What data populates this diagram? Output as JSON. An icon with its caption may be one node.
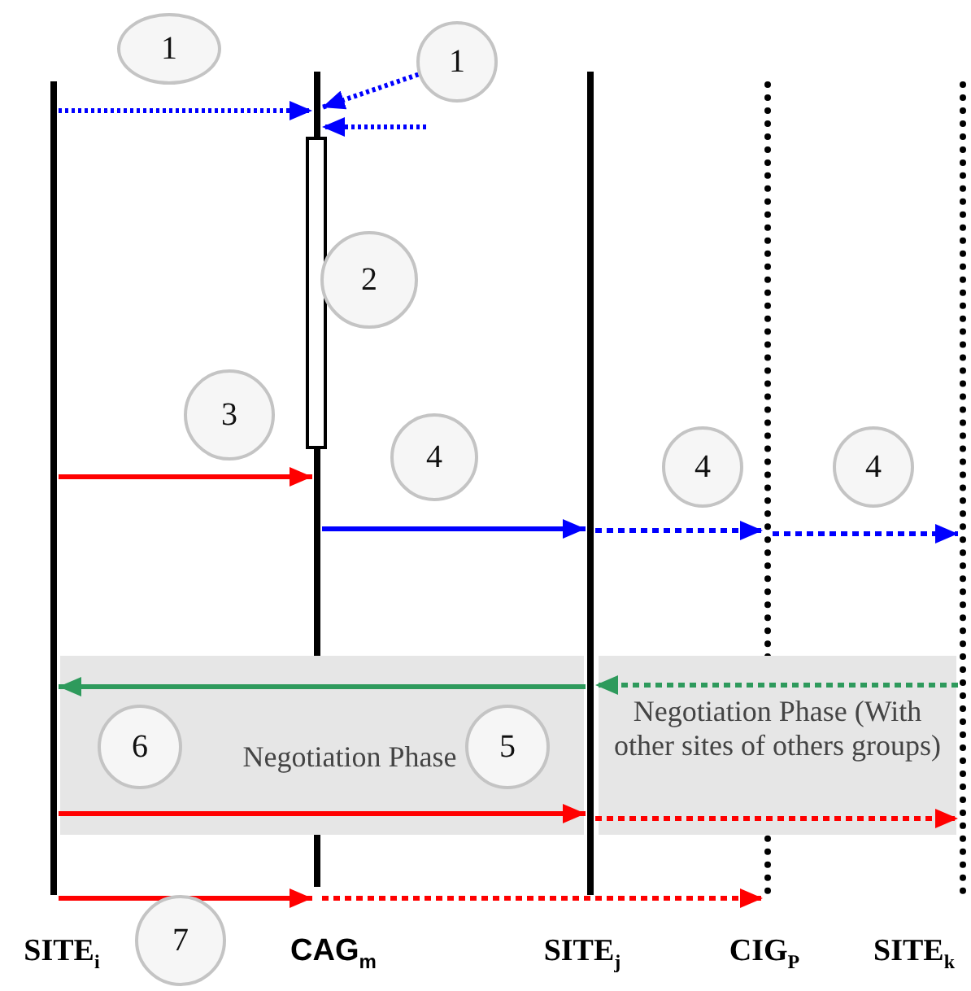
{
  "diagram": {
    "nodes": [
      {
        "text": [
          "SITE$_{i}$"
        ]
      },
      {
        "text": [
          "CAG$_{m}$"
        ]
      },
      {
        "text": [
          "SITE$_{j}$"
        ]
      },
      {
        "text": [
          "CIG$_{P}$"
        ]
      },
      {
        "text": [
          "SITE$_{k}$"
        ]
      },
      {
        "text": [],
        "shape": "bar"
      },
      {
        "text": [
          "Negotiation Phase"
        ]
      },
      {
        "text": [
          "Negotiation Phase (With other sites of others groups)"
        ]
      },
      {
        "text": [
          "1"
        ]
      },
      {
        "text": [
          "1"
        ]
      },
      {
        "text": [
          "2"
        ]
      },
      {
        "text": [
          "3"
        ]
      },
      {
        "text": [
          "4"
        ]
      },
      {
        "text": [
          "4"
        ]
      },
      {
        "text": [
          "4"
        ]
      },
      {
        "text": [
          "6"
        ],
        "in": 6
      },
      {
        "text": [
          "5"
        ],
        "in": 6
      },
      {
        "text": [
          "7"
        ]
      }
    ],
    "edges": [
      {
        "from": 0,
        "to": 1,
        "arrow": "to",
        "style": "dashed"
      },
      {
        "from": 9,
        "to": 1,
        "arrow": "to",
        "style": "dashed"
      },
      {
        "from": null,
        "to": 1,
        "arrow": "to",
        "style": "dashed"
      },
      {
        "from": 0,
        "to": 1,
        "arrow": "to",
        "color": "#ff0000"
      },
      {
        "from": 1,
        "to": 2,
        "arrow": "to"
      },
      {
        "from": 2,
        "to": 3,
        "arrow": "to",
        "style": "dashed"
      },
      {
        "from": 3,
        "to": 4,
        "arrow": "to",
        "style": "dashed"
      },
      {
        "from": 2,
        "to": 0,
        "arrow": "to",
        "color": "#2e9a5c"
      },
      {
        "from": 0,
        "to": 2,
        "arrow": "to",
        "color": "#ff0000"
      },
      {
        "from": 4,
        "to": 2,
        "arrow": "to",
        "style": "dashed",
        "color": "#2e9a5c"
      },
      {
        "from": 2,
        "to": 4,
        "arrow": "to",
        "style": "dashed",
        "color": "#ff0000"
      },
      {
        "from": 0,
        "to": 1,
        "arrow": "to",
        "color": "#ff0000"
      },
      {
        "from": 1,
        "to": 3,
        "arrow": "to",
        "style": "dashed",
        "color": "#ff0000"
      }
    ]
  }
}
